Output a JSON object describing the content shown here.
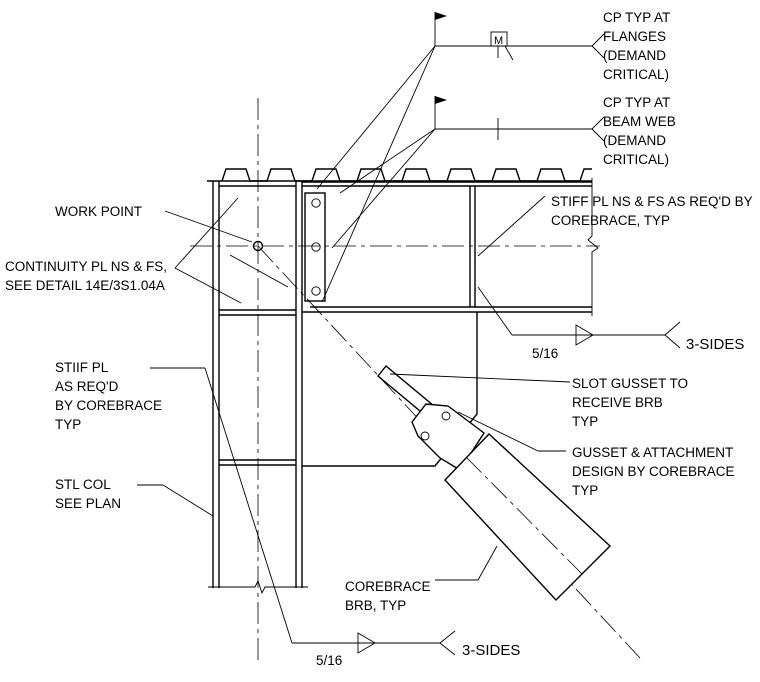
{
  "callouts": {
    "cp_flanges": [
      "CP TYP AT",
      "FLANGES",
      "(DEMAND",
      "CRITICAL)"
    ],
    "cp_web": [
      "CP TYP AT",
      "BEAM WEB",
      "(DEMAND",
      "CRITICAL)"
    ],
    "weld_symbol_m": "M",
    "stiff_beam": [
      "STIFF PL NS & FS AS REQ'D BY",
      "COREBRACE, TYP"
    ],
    "work_point": "WORK POINT",
    "continuity": [
      "CONTINUITY PL NS & FS,",
      "SEE DETAIL 14E/3S1.04A"
    ],
    "weld_top_size": "5/16",
    "weld_top_note": "3-SIDES",
    "slot_gusset": [
      "SLOT GUSSET TO",
      "RECEIVE BRB",
      "TYP"
    ],
    "stiif_col": [
      "STIIF PL",
      "AS REQ'D",
      "BY COREBRACE",
      "TYP"
    ],
    "gusset_design": [
      "GUSSET & ATTACHMENT",
      "DESIGN BY COREBRACE",
      "TYP"
    ],
    "stl_col": [
      "STL COL",
      "SEE PLAN"
    ],
    "corebrace_brb": [
      "COREBRACE",
      "BRB, TYP"
    ],
    "weld_bot_size": "5/16",
    "weld_bot_note": "3-SIDES"
  },
  "colors": {
    "line": "#000000",
    "background": "#ffffff"
  }
}
